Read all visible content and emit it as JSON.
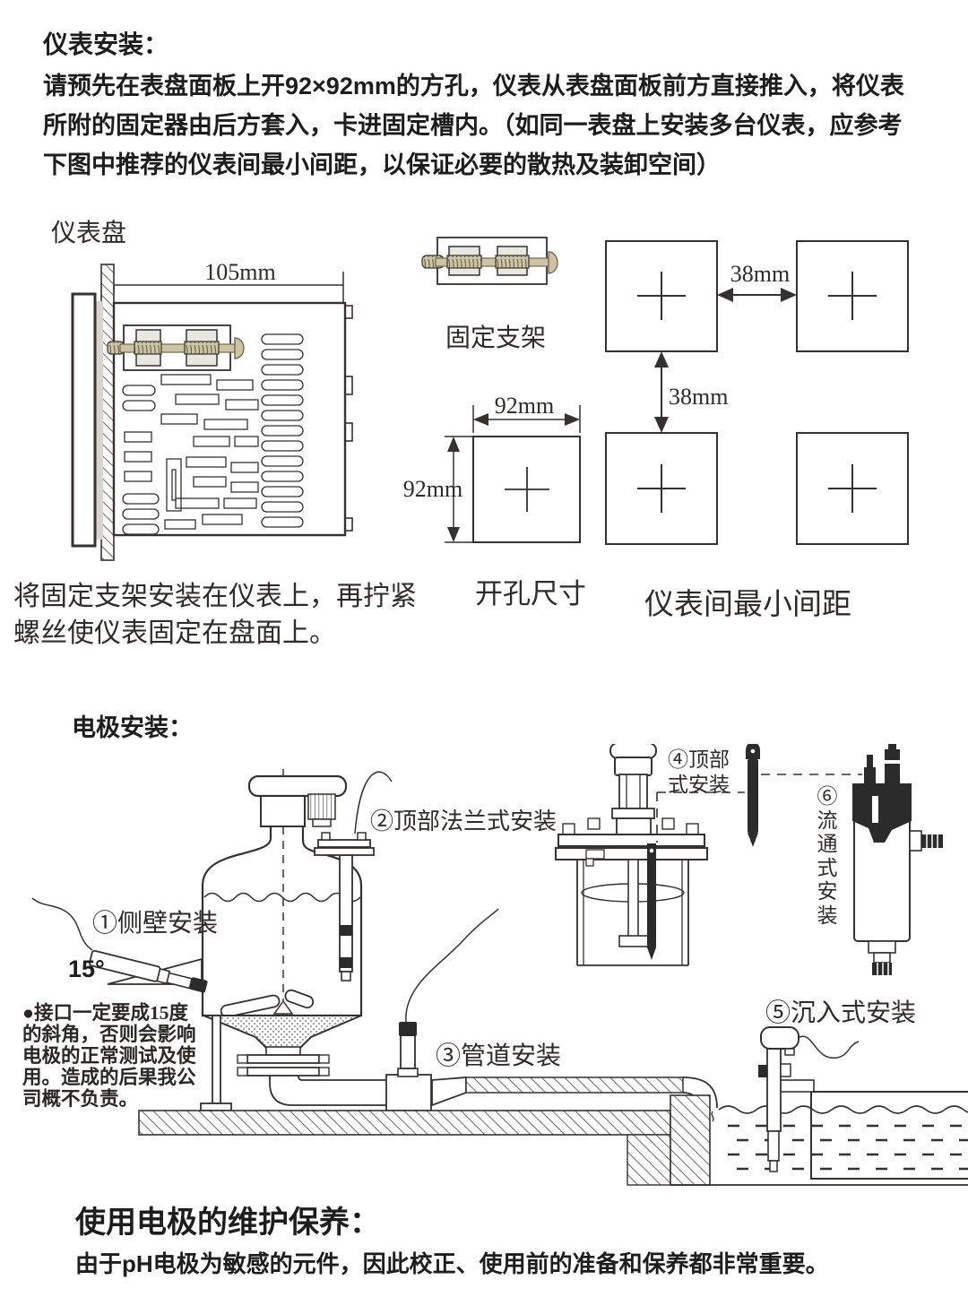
{
  "meter_section": {
    "heading": "仪表安装：",
    "body_lines": [
      "请预先在表盘面板上开92×92mm的方孔，仪表从表盘面板前方直接推入，将仪表",
      "所附的固定器由后方套入，卡进固定槽内。（如同一表盘上安装多台仪表，应参考",
      "下图中推荐的仪表间最小间距，以保证必要的散热及装卸空间）"
    ],
    "panel_label": "仪表盘",
    "panel_width": "105mm",
    "bracket_label": "固定支架",
    "hole_width": "92mm",
    "hole_height": "92mm",
    "hole_caption": "开孔尺寸",
    "gap_horizontal": "38mm",
    "gap_vertical": "38mm",
    "spacing_caption": "仪表间最小间距",
    "mount_note_lines": [
      "将固定支架安装在仪表上，再拧紧",
      "螺丝使仪表固定在盘面上。"
    ]
  },
  "electrode_section": {
    "heading": "电极安装：",
    "labels": {
      "side_wall": "①侧壁安装",
      "angle": "15°",
      "top_flange": "②顶部法兰式安装",
      "pipeline": "③管道安装",
      "top_mount_l1": "④顶部",
      "top_mount_l2": "式安装",
      "submerged": "⑤沉入式安装",
      "flow_through": "⑥流通式安装"
    },
    "angle_note_lines": [
      "●接口一定要成15度",
      "的斜角，否则会影响",
      "电极的正常测试及使",
      "用。造成的后果我公",
      "司概不负责。"
    ]
  },
  "maintenance_section": {
    "heading": "使用电极的维护保养：",
    "body": "由于pH电极为敏感的元件，因此校正、使用前的准备和保养都非常重要。"
  },
  "colors": {
    "ink": "#35312e",
    "screw": "#cdc4a6"
  }
}
